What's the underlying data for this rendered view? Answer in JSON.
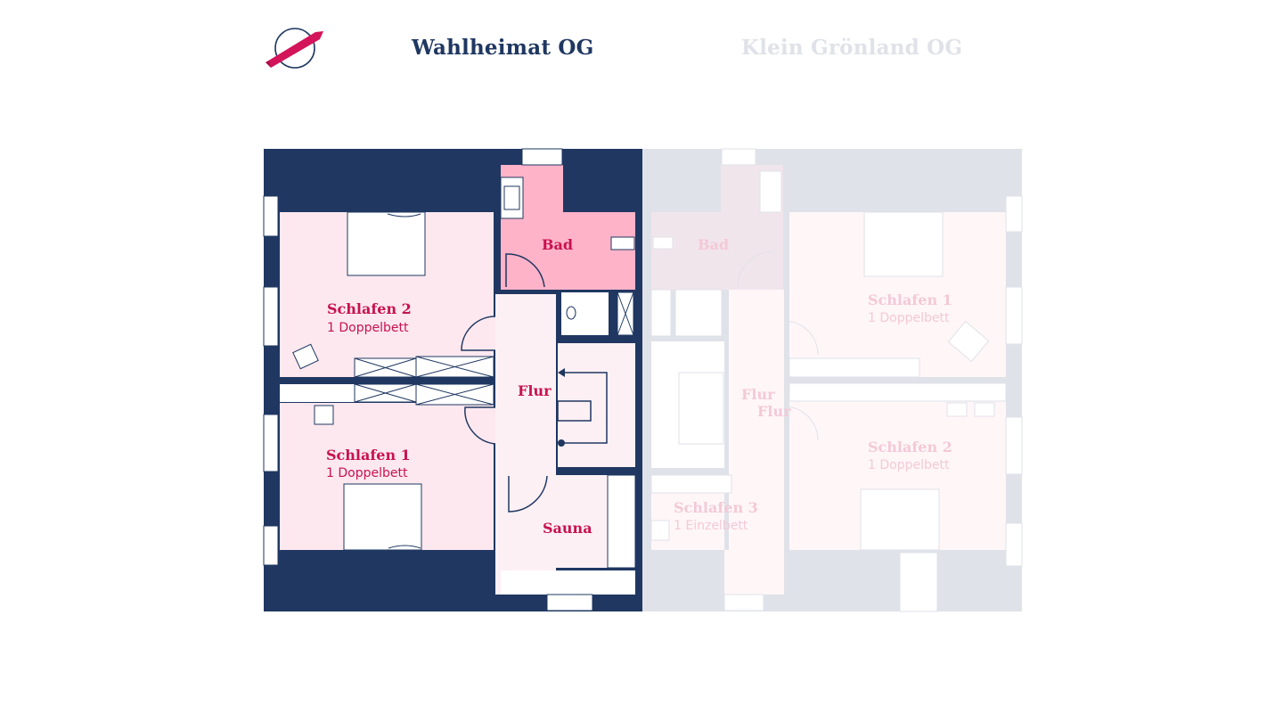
{
  "header": {
    "logo": "ribbon-globe-logo",
    "tabs": [
      {
        "label": "Wahlheimat OG",
        "active": true
      },
      {
        "label": "Klein Grönland OG",
        "active": false
      }
    ]
  },
  "colors": {
    "wall": "#1f3761",
    "room_light": "#fde8ef",
    "room_bath": "#ffb3c9",
    "label": "#c8124f",
    "ghost_wall": "#dfe2e8",
    "ghost_room": "#fff6f8",
    "ghost_label": "#f3c9d6"
  },
  "plan_active": {
    "rooms": [
      {
        "name": "Schlafen 2",
        "beds": "1 Doppelbett"
      },
      {
        "name": "Bad"
      },
      {
        "name": "Flur"
      },
      {
        "name": "Schlafen 1",
        "beds": "1 Doppelbett"
      },
      {
        "name": "Sauna"
      }
    ]
  },
  "plan_inactive": {
    "rooms": [
      {
        "name": "Bad"
      },
      {
        "name": "Schlafen 1",
        "beds": "1 Doppelbett"
      },
      {
        "name": "Flur"
      },
      {
        "name": "Flur"
      },
      {
        "name": "Schlafen 2",
        "beds": "1 Doppelbett"
      },
      {
        "name": "Schlafen 3",
        "beds": "1 Einzelbett"
      }
    ]
  }
}
